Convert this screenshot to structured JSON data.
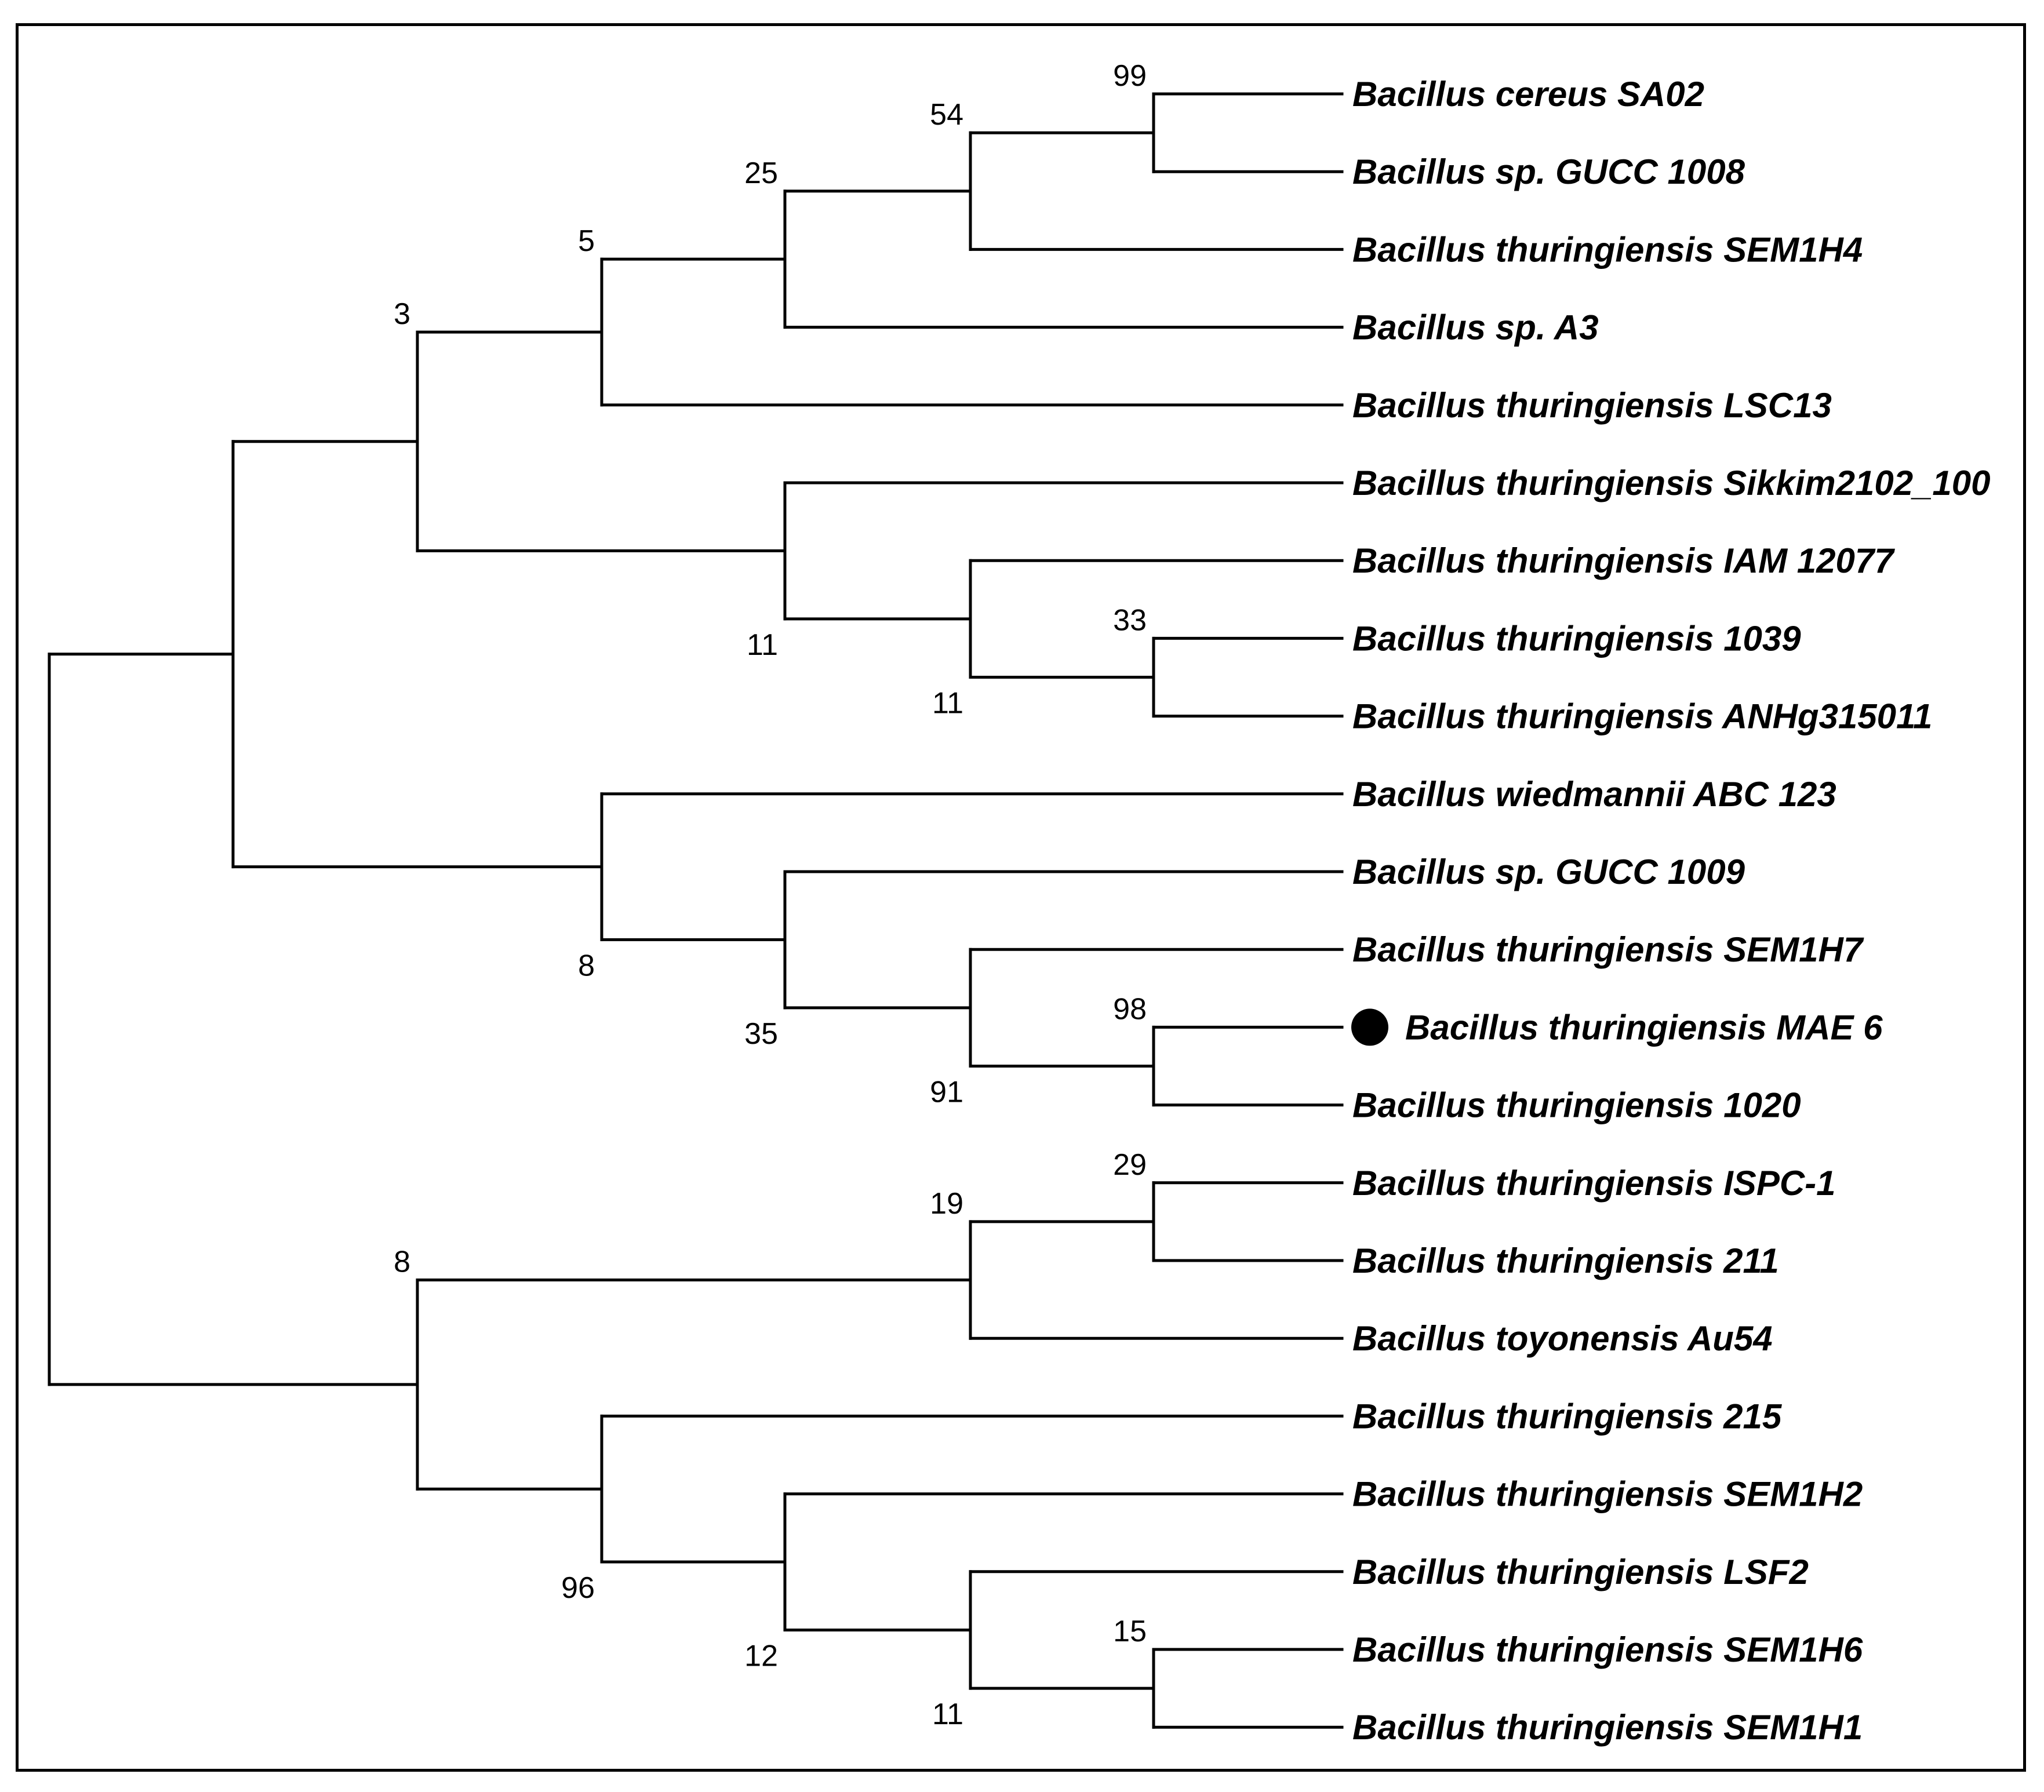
{
  "tree": {
    "leaves": [
      {
        "id": "L1",
        "label": "Bacillus cereus SA02",
        "marked": false
      },
      {
        "id": "L2",
        "label": "Bacillus sp. GUCC 1008",
        "marked": false
      },
      {
        "id": "L3",
        "label": "Bacillus thuringiensis SEM1H4",
        "marked": false
      },
      {
        "id": "L4",
        "label": "Bacillus sp. A3",
        "marked": false
      },
      {
        "id": "L5",
        "label": "Bacillus thuringiensis LSC13",
        "marked": false
      },
      {
        "id": "L6",
        "label": "Bacillus thuringiensis Sikkim2102_100",
        "marked": false
      },
      {
        "id": "L7",
        "label": "Bacillus thuringiensis IAM 12077",
        "marked": false
      },
      {
        "id": "L8",
        "label": "Bacillus thuringiensis 1039",
        "marked": false
      },
      {
        "id": "L9",
        "label": "Bacillus thuringiensis ANHg315011",
        "marked": false
      },
      {
        "id": "L10",
        "label": "Bacillus wiedmannii ABC 123",
        "marked": false
      },
      {
        "id": "L11",
        "label": "Bacillus sp. GUCC 1009",
        "marked": false
      },
      {
        "id": "L12",
        "label": "Bacillus thuringiensis SEM1H7",
        "marked": false
      },
      {
        "id": "L13",
        "label": "Bacillus thuringiensis MAE 6",
        "marked": true
      },
      {
        "id": "L14",
        "label": "Bacillus thuringiensis 1020",
        "marked": false
      },
      {
        "id": "L15",
        "label": "Bacillus thuringiensis ISPC-1",
        "marked": false
      },
      {
        "id": "L16",
        "label": "Bacillus thuringiensis 211",
        "marked": false
      },
      {
        "id": "L17",
        "label": "Bacillus toyonensis Au54",
        "marked": false
      },
      {
        "id": "L18",
        "label": "Bacillus thuringiensis 215",
        "marked": false
      },
      {
        "id": "L19",
        "label": "Bacillus thuringiensis SEM1H2",
        "marked": false
      },
      {
        "id": "L20",
        "label": "Bacillus thuringiensis LSF2",
        "marked": false
      },
      {
        "id": "L21",
        "label": "Bacillus thuringiensis SEM1H6",
        "marked": false
      },
      {
        "id": "L22",
        "label": "Bacillus thuringiensis SEM1H1",
        "marked": false
      }
    ],
    "internal_nodes": [
      {
        "id": "N_1_2",
        "children": [
          "L1",
          "L2"
        ],
        "support": "99"
      },
      {
        "id": "N_1_3",
        "children": [
          "N_1_2",
          "L3"
        ],
        "support": "54"
      },
      {
        "id": "N_1_4",
        "children": [
          "N_1_3",
          "L4"
        ],
        "support": "25"
      },
      {
        "id": "N_1_5",
        "children": [
          "N_1_4",
          "L5"
        ],
        "support": "5"
      },
      {
        "id": "N_8_9",
        "children": [
          "L8",
          "L9"
        ],
        "support": "33"
      },
      {
        "id": "N_7_9",
        "children": [
          "L7",
          "N_8_9"
        ],
        "support": "11"
      },
      {
        "id": "N_6_9",
        "children": [
          "L6",
          "N_7_9"
        ],
        "support": "11"
      },
      {
        "id": "N_1_9",
        "children": [
          "N_1_5",
          "N_6_9"
        ],
        "support": "3"
      },
      {
        "id": "N_13_14",
        "children": [
          "L13",
          "L14"
        ],
        "support": "98"
      },
      {
        "id": "N_12_14",
        "children": [
          "L12",
          "N_13_14"
        ],
        "support": "91"
      },
      {
        "id": "N_11_14",
        "children": [
          "L11",
          "N_12_14"
        ],
        "support": "35"
      },
      {
        "id": "N_10_14",
        "children": [
          "L10",
          "N_11_14"
        ],
        "support": "8"
      },
      {
        "id": "N_1_14",
        "children": [
          "N_1_9",
          "N_10_14"
        ],
        "support": ""
      },
      {
        "id": "N_15_16",
        "children": [
          "L15",
          "L16"
        ],
        "support": "29"
      },
      {
        "id": "N_15_17",
        "children": [
          "N_15_16",
          "L17"
        ],
        "support": "19"
      },
      {
        "id": "N_21_22",
        "children": [
          "L21",
          "L22"
        ],
        "support": "15"
      },
      {
        "id": "N_20_22",
        "children": [
          "L20",
          "N_21_22"
        ],
        "support": "11"
      },
      {
        "id": "N_19_22",
        "children": [
          "L19",
          "N_20_22"
        ],
        "support": "12"
      },
      {
        "id": "N_18_22",
        "children": [
          "L18",
          "N_19_22"
        ],
        "support": "96"
      },
      {
        "id": "N_15_22",
        "children": [
          "N_15_17",
          "N_18_22"
        ],
        "support": "8"
      },
      {
        "id": "ROOT",
        "children": [
          "N_1_14",
          "N_15_22"
        ],
        "support": ""
      }
    ],
    "marker_symbol": "filled-circle"
  }
}
